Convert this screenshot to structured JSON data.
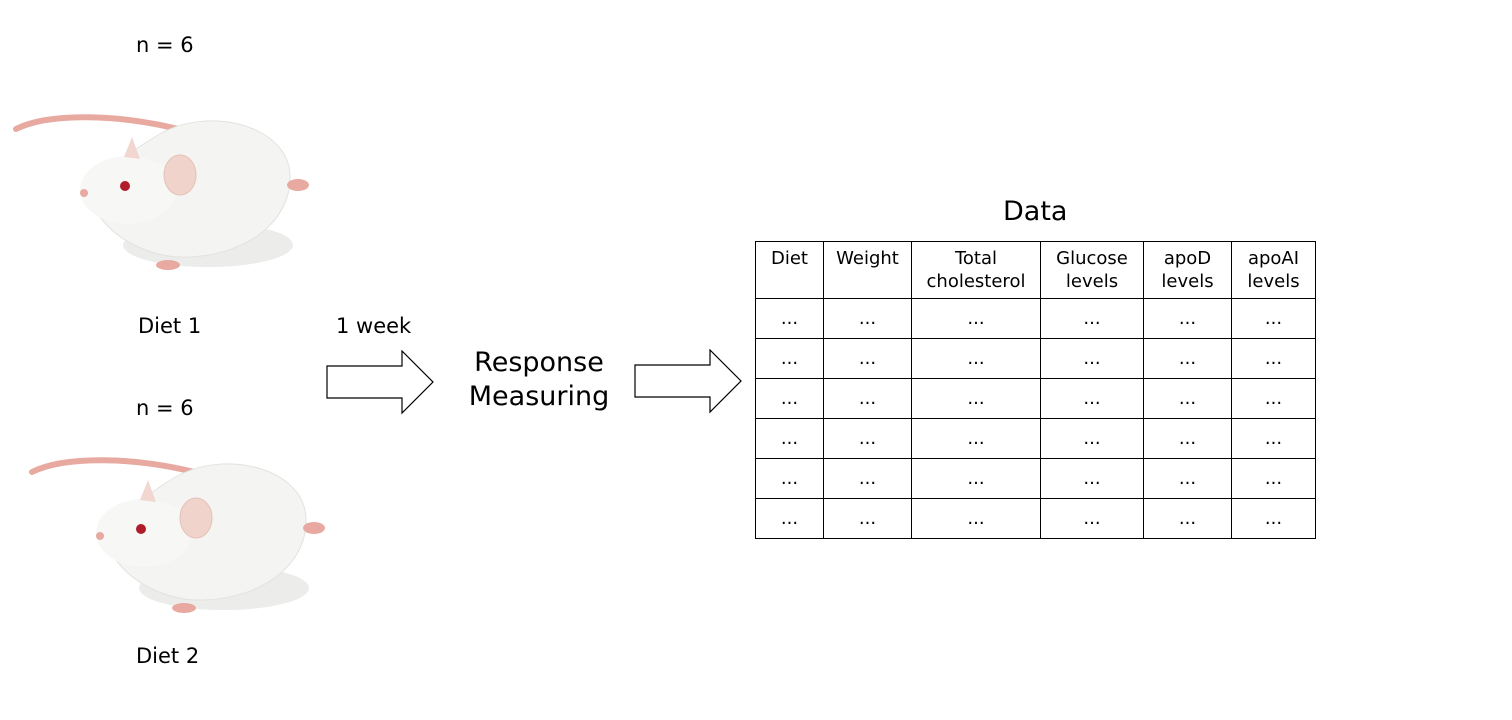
{
  "groups": [
    {
      "n_label": "n = 6",
      "diet_label": "Diet 1"
    },
    {
      "n_label": "n = 6",
      "diet_label": "Diet 2"
    }
  ],
  "duration_label": "1 week",
  "process_label": [
    "Response",
    "Measuring"
  ],
  "data_title": "Data",
  "table": {
    "headers": [
      [
        "Diet"
      ],
      [
        "Weight"
      ],
      [
        "Total",
        "cholesterol"
      ],
      [
        "Glucose",
        "levels"
      ],
      [
        "apoD",
        "levels"
      ],
      [
        "apoAI",
        "levels"
      ]
    ],
    "rows": [
      [
        "...",
        "...",
        "...",
        "...",
        "...",
        "..."
      ],
      [
        "...",
        "...",
        "...",
        "...",
        "...",
        "..."
      ],
      [
        "...",
        "...",
        "...",
        "...",
        "...",
        "..."
      ],
      [
        "...",
        "...",
        "...",
        "...",
        "...",
        "..."
      ],
      [
        "...",
        "...",
        "...",
        "...",
        "...",
        "..."
      ],
      [
        "...",
        "...",
        "...",
        "...",
        "...",
        "..."
      ]
    ]
  },
  "colors": {
    "mouse_fur": "#f4f4f2",
    "mouse_shadow": "#d9d9d6",
    "mouse_pink": "#e8a9a0",
    "mouse_eye": "#b01c2a",
    "line": "#000000",
    "background": "#ffffff"
  }
}
